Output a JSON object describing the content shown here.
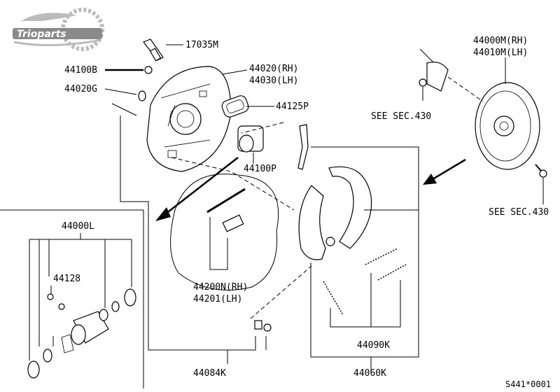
{
  "logo": {
    "text": "Trioparts"
  },
  "labels": {
    "p17035M": "17035M",
    "p44100B": "44100B",
    "p44020G": "44020G",
    "p44020rh": "44020(RH)",
    "p44030lh": "44030(LH)",
    "p44125P": "44125P",
    "p44100P": "44100P",
    "p44000M": "44000M(RH)",
    "p44010M": "44010M(LH)",
    "see430a": "SEE SEC.430",
    "see430b": "SEE SEC.430",
    "p44000L": "44000L",
    "p44128": "44128",
    "p44200N": "44200N(RH)",
    "p44201": "44201(LH)",
    "p44090K": "44090K",
    "p44084K": "44084K",
    "p44060K": "44060K",
    "ref": "S441*0001"
  }
}
